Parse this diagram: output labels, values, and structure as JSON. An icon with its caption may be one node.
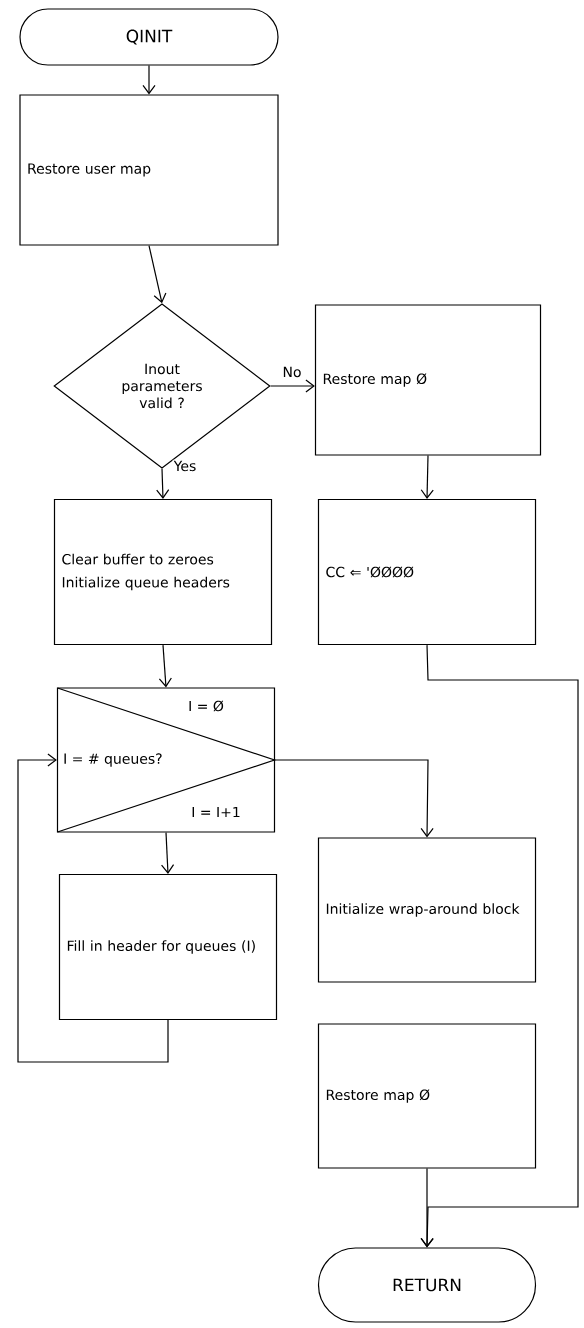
{
  "diagram": {
    "nodes": [
      {
        "text": [
          "QINIT"
        ]
      },
      {
        "text": [
          "Restore user map"
        ]
      },
      {
        "text": [
          "Inout parameters valid ?"
        ]
      },
      {
        "text": [
          "Restore map Ø"
        ]
      },
      {
        "text": [
          "Clear buffer to zeroes",
          "Initialize queue headers"
        ]
      },
      {
        "text": [
          "CC ⇐ 'ØØØØ"
        ]
      },
      {
        "text": [
          "I = Ø",
          "I = # queues?",
          "I = I+1"
        ]
      },
      {
        "text": [
          "Fill in header for queues (I)"
        ]
      },
      {
        "text": [
          "Initialize wrap-around block"
        ]
      },
      {
        "text": [
          "Restore map Ø"
        ]
      },
      {
        "text": [
          "RETURN"
        ]
      }
    ],
    "edges": [
      {
        "from": 0,
        "to": 1,
        "arrow": "to"
      },
      {
        "from": 1,
        "to": 2,
        "arrow": "to"
      },
      {
        "from": 2,
        "to": 3,
        "arrow": "to",
        "label": "No"
      },
      {
        "from": 2,
        "to": 4,
        "arrow": "to",
        "label": "Yes"
      },
      {
        "from": 3,
        "to": 5,
        "arrow": "to"
      },
      {
        "from": 4,
        "to": 6,
        "arrow": "to"
      },
      {
        "from": 6,
        "to": 8,
        "arrow": "to"
      },
      {
        "from": 6,
        "to": 7,
        "arrow": "to"
      },
      {
        "from": 7,
        "to": 6,
        "arrow": "to"
      },
      {
        "from": 5,
        "to": 10,
        "arrow": "to"
      },
      {
        "from": 9,
        "to": 10,
        "arrow": "to"
      }
    ]
  }
}
